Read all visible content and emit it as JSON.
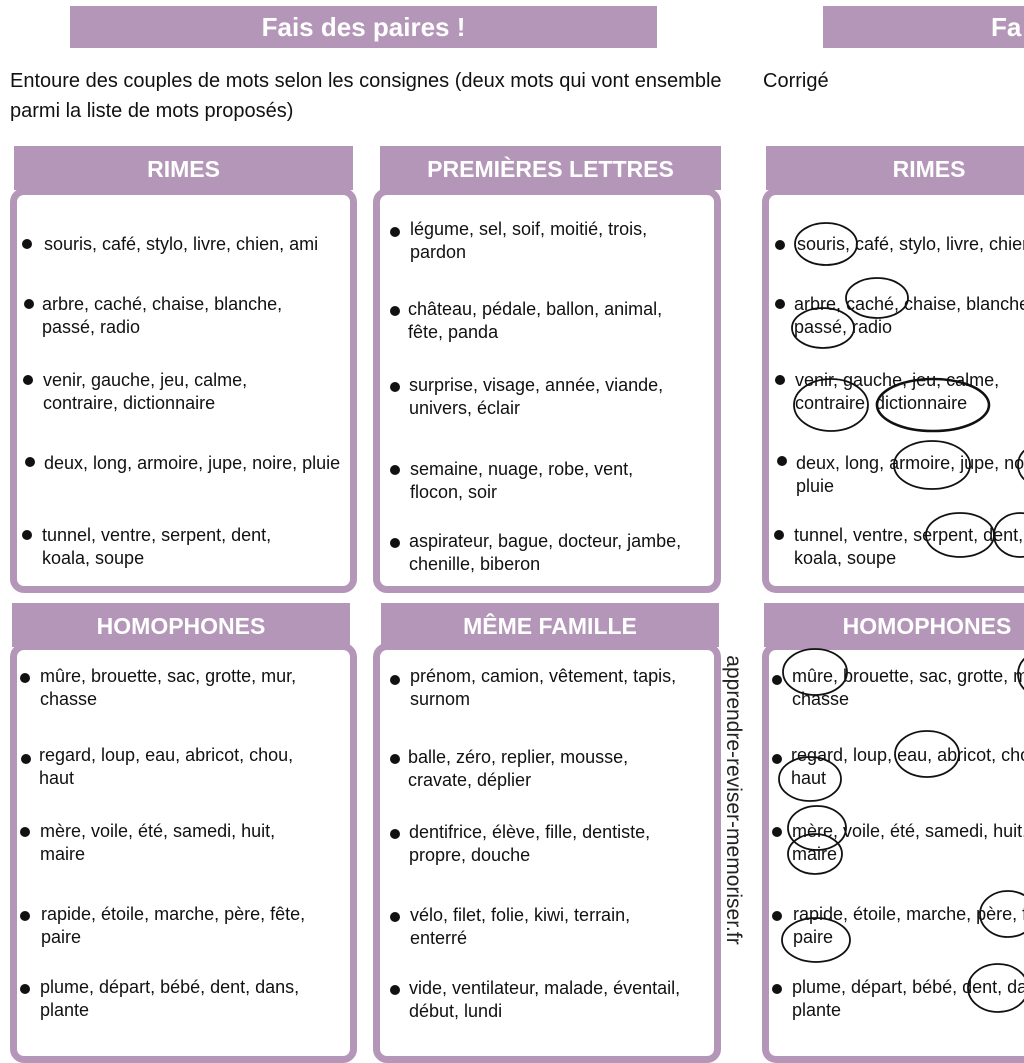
{
  "title": "Fais  des paires !",
  "title_right": "Fa",
  "instructions": "Entoure des couples de mots selon les consignes (deux mots qui vont ensemble parmi la liste de mots proposés)",
  "corrige": "Corrigé",
  "website": "apprendre-reviser-memoriser.fr",
  "colors": {
    "accent": "#b497b8"
  },
  "sections": {
    "rimes": {
      "title": "RIMES",
      "items": [
        "souris, café, stylo, livre, chien, ami",
        "arbre, caché, chaise, blanche, passé, radio",
        "venir, gauche, jeu, calme, contraire, dictionnaire",
        "deux, long, armoire, jupe, noire, pluie",
        "tunnel, ventre, serpent, dent, koala, soupe"
      ]
    },
    "premieres": {
      "title": "PREMIÈRES LETTRES",
      "items": [
        "légume, sel, soif, moitié, trois, pardon",
        "château, pédale, ballon, animal, fête, panda",
        "surprise, visage, année, viande, univers, éclair",
        "semaine, nuage, robe, vent, flocon, soir",
        "aspirateur, bague, docteur, jambe, chenille, biberon"
      ]
    },
    "homophones": {
      "title": "HOMOPHONES",
      "items": [
        "mûre, brouette, sac, grotte, mur, chasse",
        "regard, loup, eau, abricot, chou, haut",
        "mère, voile, été, samedi, huit, maire",
        "rapide, étoile, marche, père, fête, paire",
        "plume, départ, bébé, dent, dans, plante"
      ]
    },
    "famille": {
      "title": "MÊME FAMILLE",
      "items": [
        "prénom, camion, vêtement, tapis, surnom",
        "balle, zéro, replier, mousse, cravate, déplier",
        "dentifrice, élève, fille, dentiste, propre, douche",
        "vélo, filet, folie, kiwi, terrain, enterré",
        "vide, ventilateur, malade, éventail, début, lundi"
      ]
    }
  }
}
